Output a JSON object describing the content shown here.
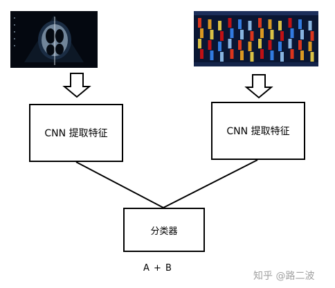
{
  "boxes": {
    "left_label": "CNN 提取特征",
    "right_label": "CNN 提取特征",
    "classifier_label": "分类器"
  },
  "caption": "A + B",
  "watermark": "知乎 @路二波",
  "images": {
    "left": "echocardiogram-grayscale-image",
    "right": "color-doppler-spectrum-image"
  }
}
